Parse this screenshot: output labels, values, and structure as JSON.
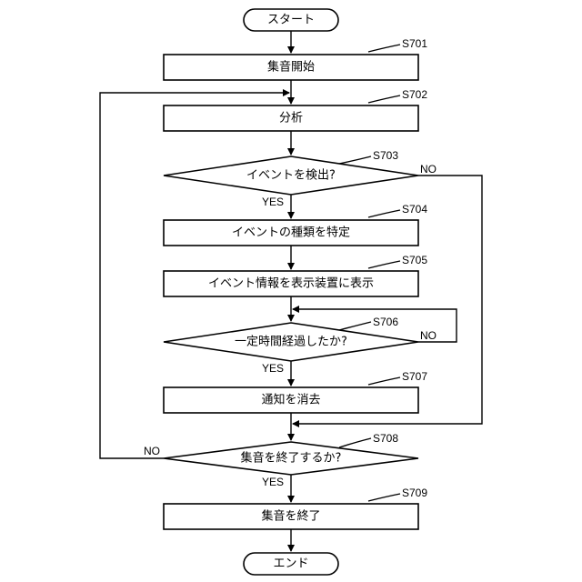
{
  "terminals": {
    "start": "スタート",
    "end": "エンド"
  },
  "steps": {
    "s701": {
      "id": "S701",
      "label": "集音開始"
    },
    "s702": {
      "id": "S702",
      "label": "分析"
    },
    "s703": {
      "id": "S703",
      "label": "イベントを検出?"
    },
    "s704": {
      "id": "S704",
      "label": "イベントの種類を特定"
    },
    "s705": {
      "id": "S705",
      "label": "イベント情報を表示装置に表示"
    },
    "s706": {
      "id": "S706",
      "label": "一定時間経過したか?"
    },
    "s707": {
      "id": "S707",
      "label": "通知を消去"
    },
    "s708": {
      "id": "S708",
      "label": "集音を終了するか?"
    },
    "s709": {
      "id": "S709",
      "label": "集音を終了"
    }
  },
  "branches": {
    "s703_yes": "YES",
    "s703_no": "NO",
    "s706_yes": "YES",
    "s706_no": "NO",
    "s708_yes": "YES",
    "s708_no": "NO"
  }
}
